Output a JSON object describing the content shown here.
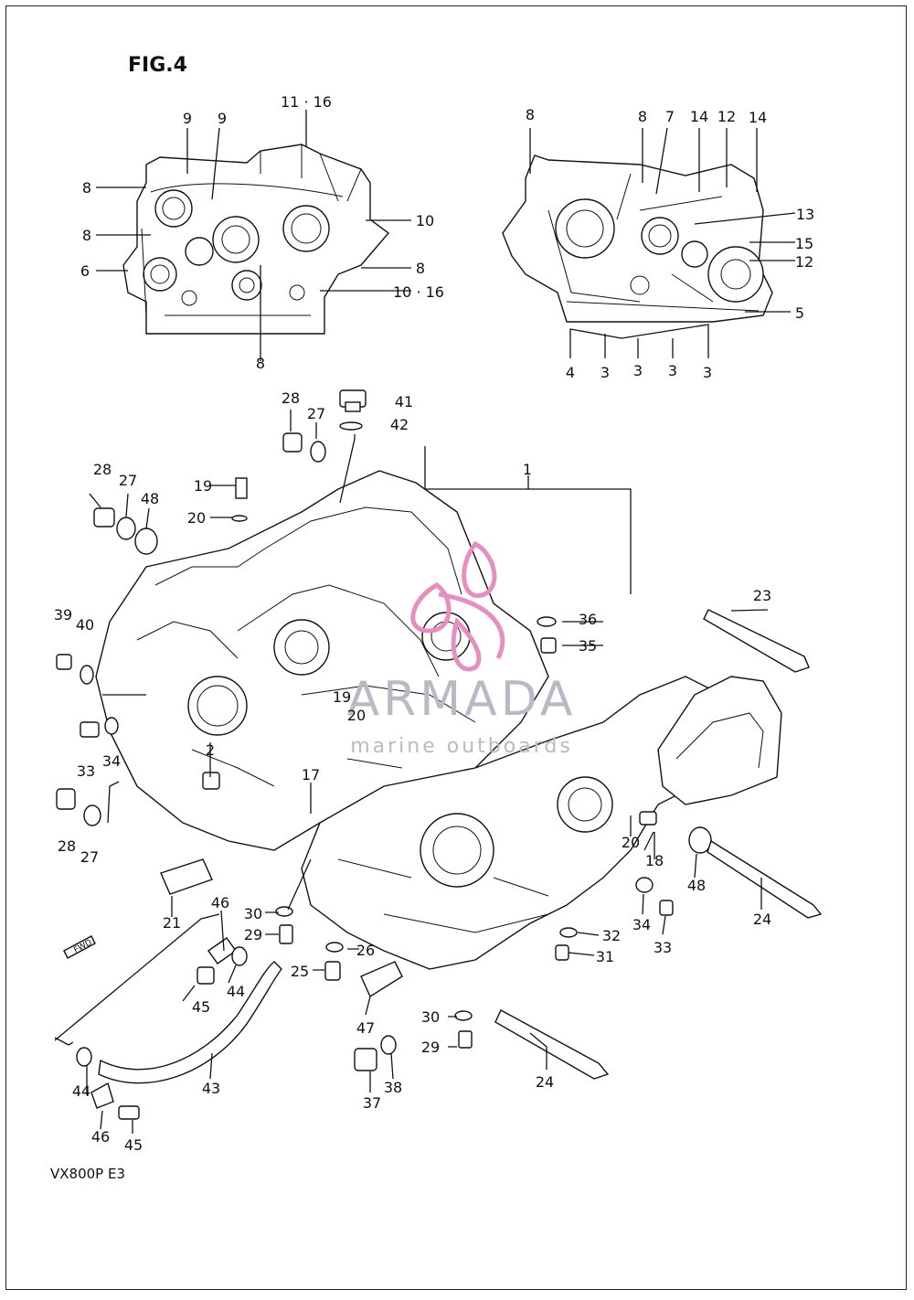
{
  "figure": {
    "title": "FIG.4",
    "model_code": "VX800P  E3",
    "fwd_label": "FWD"
  },
  "watermark": {
    "brand": "ARMADA",
    "tagline": "marine outboards",
    "accent_color": "#e58fc0"
  },
  "callouts": [
    "11 · 16",
    "9",
    "9",
    "8",
    "8",
    "6",
    "10",
    "8",
    "10 · 16",
    "8",
    "8",
    "8",
    "7",
    "14",
    "12",
    "14",
    "13",
    "15",
    "12",
    "5",
    "4",
    "3",
    "3",
    "3",
    "3",
    "28",
    "27",
    "41",
    "42",
    "1",
    "28",
    "27",
    "48",
    "19",
    "20",
    "23",
    "36",
    "35",
    "39",
    "40",
    "19",
    "20",
    "33",
    "34",
    "2",
    "17",
    "28",
    "27",
    "20",
    "18",
    "48",
    "24",
    "21",
    "30",
    "46",
    "29",
    "26",
    "25",
    "44",
    "45",
    "47",
    "34",
    "33",
    "32",
    "31",
    "30",
    "29",
    "24",
    "38",
    "37",
    "44",
    "43",
    "46",
    "45"
  ]
}
